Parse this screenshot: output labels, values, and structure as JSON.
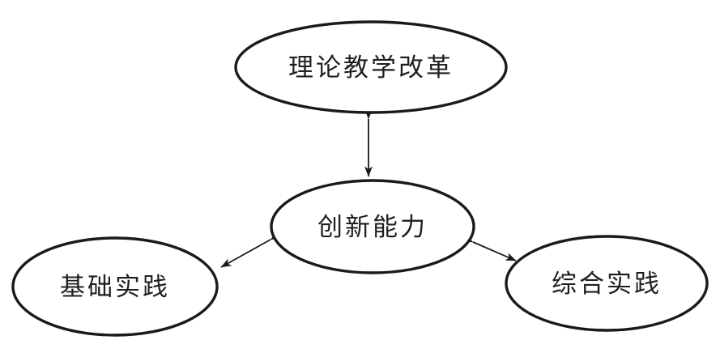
{
  "diagram": {
    "background_color": "#ffffff",
    "line_color": "#1a1a1a",
    "text_color": "#1f1f1f",
    "nodes": {
      "top": {
        "label": "理论教学改革"
      },
      "center": {
        "label": "创新能力"
      },
      "bottom_left": {
        "label": "基础实践"
      },
      "bottom_right": {
        "label": "综合实践"
      }
    },
    "connections": [
      {
        "from": "top",
        "to": "center",
        "style": "double-headed-arrow"
      },
      {
        "from": "center",
        "to": "bottom_left",
        "style": "double-headed-arrow"
      },
      {
        "from": "center",
        "to": "bottom_right",
        "style": "double-headed-arrow"
      }
    ]
  }
}
